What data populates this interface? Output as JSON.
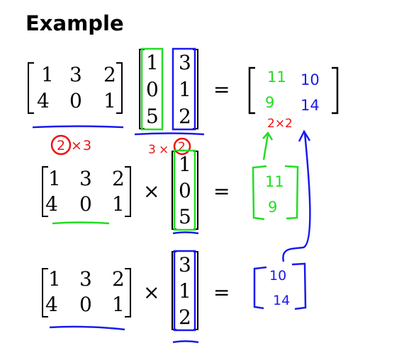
{
  "title": "Example",
  "colors": {
    "green": "#22dd22",
    "blue": "#1a1aee",
    "red": "#ee1111",
    "ink": "#000000"
  },
  "row1": {
    "A": [
      [
        "1",
        "3",
        "2"
      ],
      [
        "4",
        "0",
        "1"
      ]
    ],
    "B": [
      [
        "1",
        "3"
      ],
      [
        "0",
        "1"
      ],
      [
        "5",
        "2"
      ]
    ],
    "equals": "=",
    "C": [
      [
        "11",
        "10"
      ],
      [
        "9",
        "14"
      ]
    ],
    "dimA": {
      "rows": "2",
      "times": "×",
      "cols": "3"
    },
    "dimB": {
      "rows": "3",
      "times": "×",
      "cols": "2"
    },
    "dimC": "2×2"
  },
  "row2": {
    "A": [
      [
        "1",
        "3",
        "2"
      ],
      [
        "4",
        "0",
        "1"
      ]
    ],
    "times": "×",
    "v": [
      "1",
      "0",
      "5"
    ],
    "equals": "=",
    "r": [
      "11",
      "9"
    ]
  },
  "row3": {
    "A": [
      [
        "1",
        "3",
        "2"
      ],
      [
        "4",
        "0",
        "1"
      ]
    ],
    "times": "×",
    "v": [
      "3",
      "1",
      "2"
    ],
    "equals": "=",
    "r": [
      "10",
      "14"
    ]
  }
}
